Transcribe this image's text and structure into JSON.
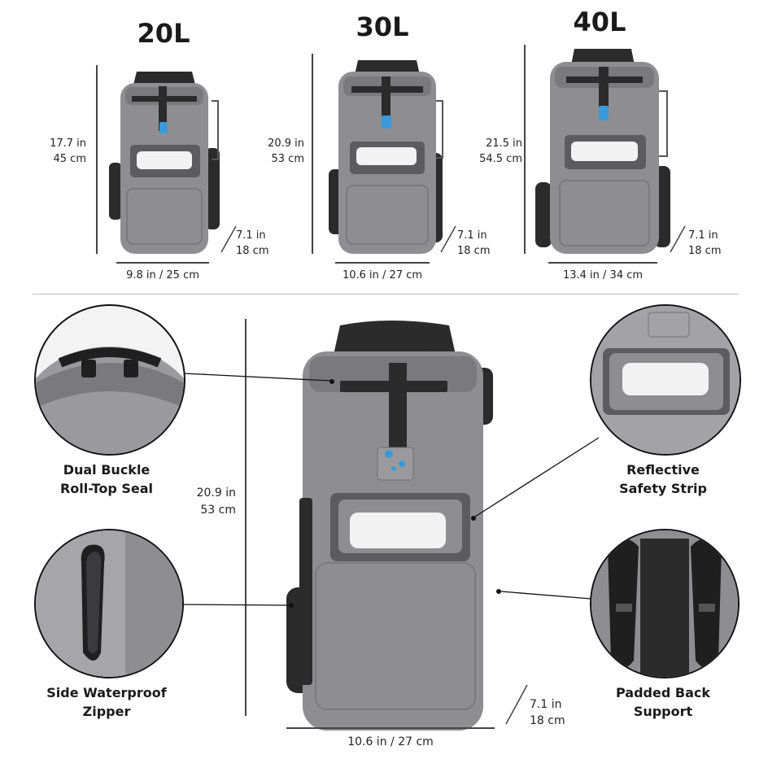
{
  "colors": {
    "body": "#8e8e90",
    "body_shade": "#7a7a7c",
    "strap": "#2b2b2b",
    "logo": "#3a9ad9",
    "reflect": "#f2f2f2"
  },
  "sizes": [
    {
      "cap": "20L",
      "height_in": "17.7 in",
      "height_cm": "45 cm",
      "depth_in": "7.1 in",
      "depth_cm": "18 cm",
      "width": "9.8 in / 25 cm"
    },
    {
      "cap": "30L",
      "height_in": "20.9 in",
      "height_cm": "53 cm",
      "depth_in": "7.1 in",
      "depth_cm": "18 cm",
      "width": "10.6 in / 27 cm"
    },
    {
      "cap": "40L",
      "height_in": "21.5 in",
      "height_cm": "54.5 cm",
      "depth_in": "7.1 in",
      "depth_cm": "18 cm",
      "width": "13.4 in / 34 cm"
    }
  ],
  "main": {
    "height_in": "20.9 in",
    "height_cm": "53 cm",
    "depth_in": "7.1 in",
    "depth_cm": "18 cm",
    "width": "10.6 in / 27 cm"
  },
  "features": {
    "buckle": {
      "line1": "Dual Buckle",
      "line2": "Roll-Top Seal",
      "icon": "roll-top-buckle"
    },
    "zipper": {
      "line1": "Side Waterproof",
      "line2": "Zipper",
      "icon": "side-zipper"
    },
    "reflective": {
      "line1": "Reflective",
      "line2": "Safety Strip",
      "icon": "reflective-strip"
    },
    "padded": {
      "line1": "Padded Back",
      "line2": "Support",
      "icon": "padded-straps"
    }
  }
}
